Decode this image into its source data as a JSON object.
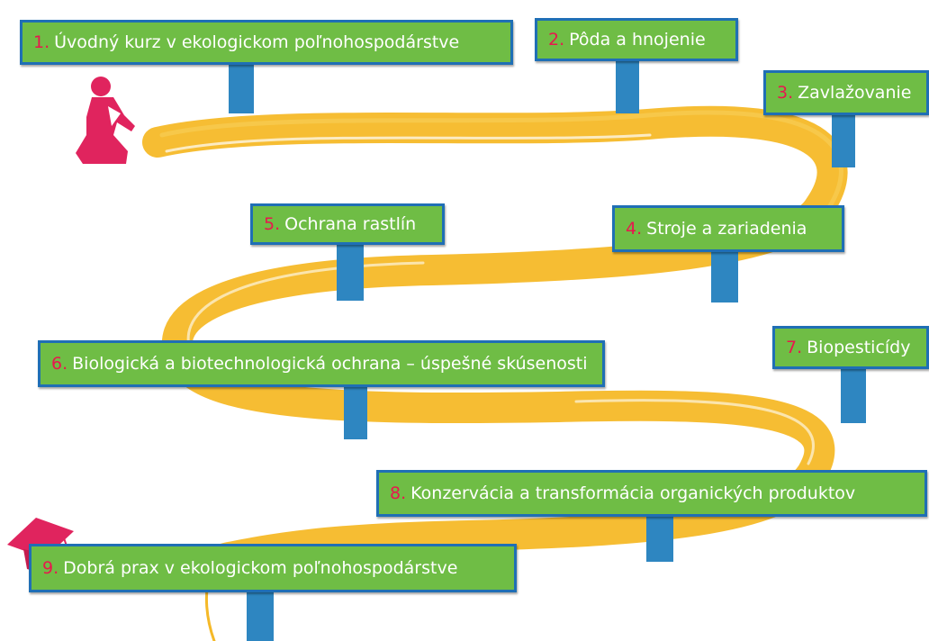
{
  "colors": {
    "board_fill": "#6fbd45",
    "board_border": "#1f6fb5",
    "post": "#2e86c1",
    "path": "#f5b928",
    "number": "#e8174e",
    "label": "#ffffff",
    "figures": "#e0245e"
  },
  "icons": [
    "crouching-person-icon",
    "graduation-cap-icon"
  ],
  "steps": [
    {
      "number": "1.",
      "label": "Úvodný kurz v ekologickom poľnohospodárstve"
    },
    {
      "number": "2.",
      "label": "Pôda a hnojenie"
    },
    {
      "number": "3.",
      "label": "Zavlažovanie"
    },
    {
      "number": "4.",
      "label": "Stroje a zariadenia"
    },
    {
      "number": "5.",
      "label": "Ochrana rastlín"
    },
    {
      "number": "6.",
      "label": "Biologická a biotechnologická ochrana – úspešné skúsenosti"
    },
    {
      "number": "7.",
      "label": "Biopesticídy"
    },
    {
      "number": "8.",
      "label": "Konzervácia a transformácia organických produktov"
    },
    {
      "number": "9.",
      "label": "Dobrá prax v ekologickom poľnohospodárstve"
    }
  ]
}
